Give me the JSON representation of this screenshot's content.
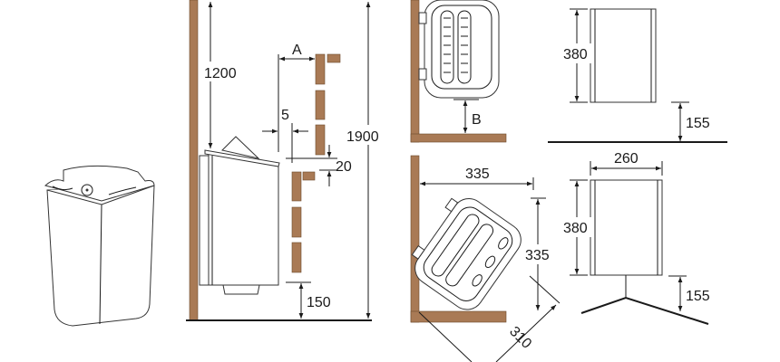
{
  "colors": {
    "wall": "#a97a55",
    "line": "#1a1a1a"
  },
  "side_view": {
    "dim_ceiling_to_heater": "1200",
    "dim_A": "A",
    "dim_gap": "5",
    "dim_total_height": "1900",
    "dim_bench_gap": "20",
    "dim_floor_to_heater": "150"
  },
  "wall_top_view": {
    "dim_B": "B"
  },
  "wall_front_view": {
    "dim_height": "380",
    "dim_floor": "155"
  },
  "corner_top_view": {
    "dim_x": "335",
    "dim_y": "335",
    "dim_diag": "310"
  },
  "corner_front_view": {
    "dim_width": "260",
    "dim_height": "380",
    "dim_floor": "155"
  }
}
